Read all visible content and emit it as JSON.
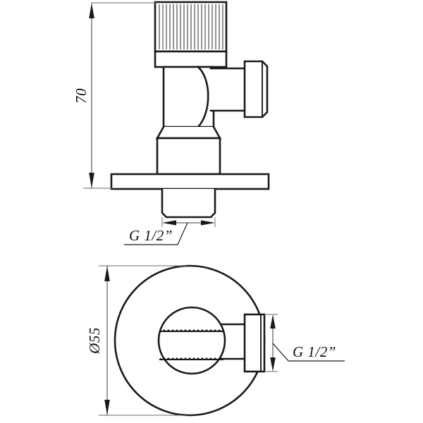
{
  "drawing": {
    "title": "Angle valve technical drawing",
    "background_color": "#ffffff",
    "line_color": "#1a1a1a",
    "dimension_line_color": "#3a3a3a",
    "views": [
      {
        "name": "front-elevation",
        "description": "Front elevation of angle valve with knurled handle, side outlet and wall flange"
      },
      {
        "name": "bottom-plan",
        "description": "Plan view showing circular flange, threaded inlet and side outlet"
      }
    ],
    "dimensions": {
      "height": {
        "label": "70",
        "view": "front-elevation",
        "orientation": "vertical"
      },
      "diameter": {
        "label": "Ø55",
        "view": "bottom-plan",
        "orientation": "vertical"
      },
      "thread_bottom": {
        "label": "G 1/2”",
        "view": "front-elevation",
        "orientation": "horizontal"
      },
      "thread_side": {
        "label": "G 1/2”",
        "view": "bottom-plan",
        "orientation": "vertical"
      }
    }
  }
}
